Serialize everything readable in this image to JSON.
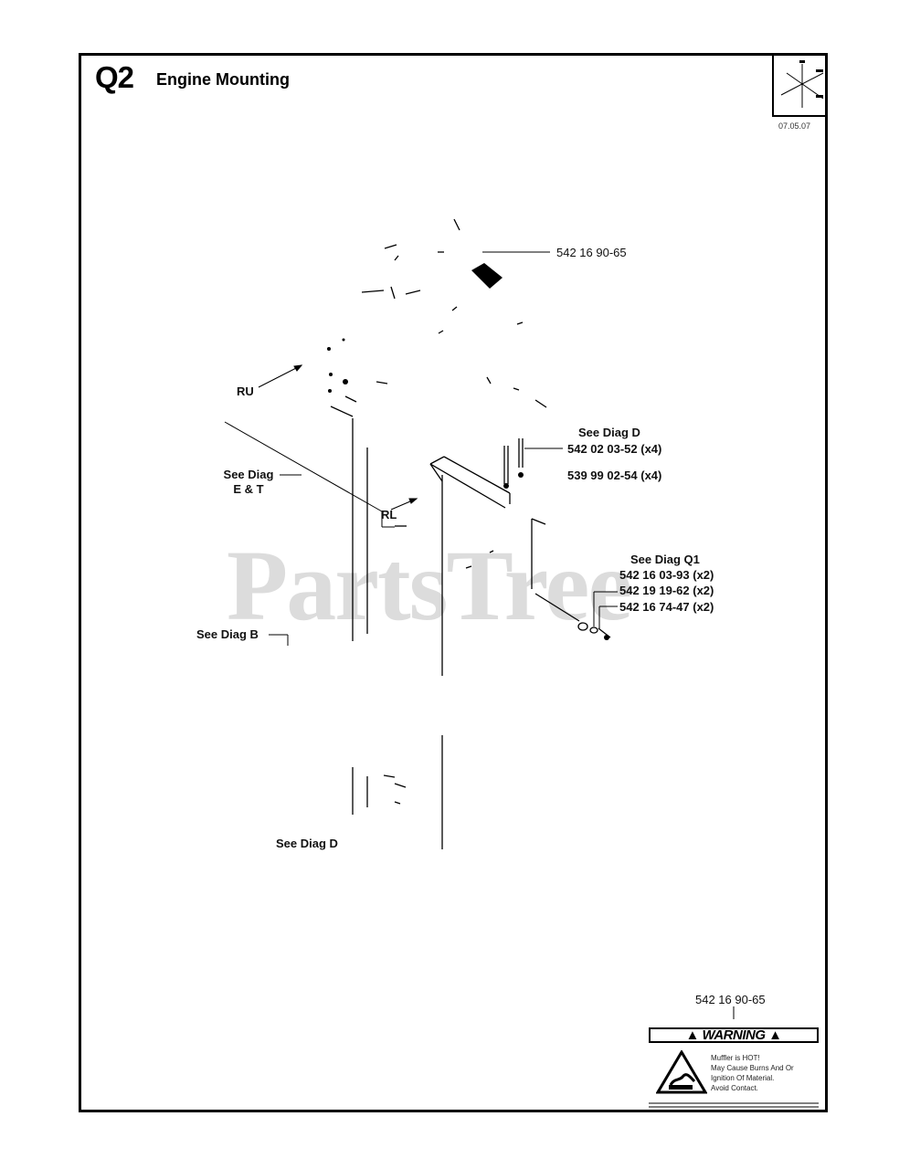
{
  "page": {
    "code": "Q2",
    "title": "Engine Mounting",
    "date": "07.05.07",
    "watermark": "PartsTree"
  },
  "callouts": {
    "top_part": "542 16 90-65",
    "ru": "RU",
    "rl": "RL",
    "see_diag_e_t_line1": "See Diag",
    "see_diag_e_t_line2": "E & T",
    "see_diag_d_upper": "See Diag D",
    "bolt_part": "542 02 03-52 (x4)",
    "nut_part": "539 99 02-54 (x4)",
    "see_diag_q1": "See Diag Q1",
    "q1_part_1": "542 16 03-93 (x2)",
    "q1_part_2": "542 19 19-62 (x2)",
    "q1_part_3": "542 16 74-47 (x2)",
    "see_diag_b": "See Diag B",
    "see_diag_d_lower": "See Diag D",
    "decal_part": "542 16 90-65"
  },
  "warning": {
    "heading": "WARNING",
    "line1": "Muffler is HOT!",
    "line2": "May Cause Burns And Or",
    "line3": "Ignition Of Material.",
    "line4": "Avoid Contact."
  }
}
